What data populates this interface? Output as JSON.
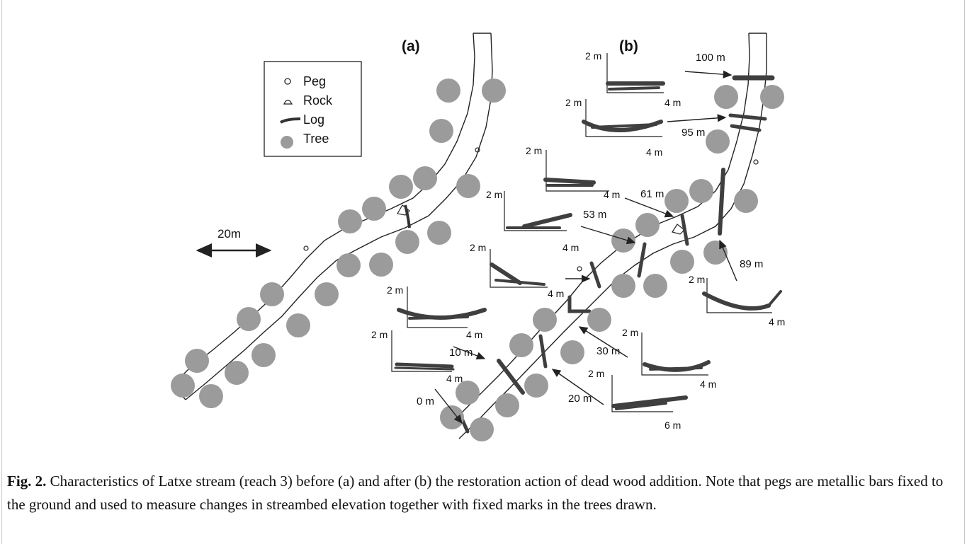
{
  "panels": {
    "a_label": "(a)",
    "b_label": "(b)"
  },
  "legend": {
    "peg": "Peg",
    "rock": "Rock",
    "log": "Log",
    "tree": "Tree"
  },
  "scale_bar": "20m",
  "distance_markers": [
    "100 m",
    "95 m",
    "61 m",
    "53 m",
    "89 m",
    "30 m",
    "20 m",
    "10 m",
    "0 m"
  ],
  "cross_sections": {
    "height_label": "2 m",
    "width_label": "4 m",
    "width_label_wide": "6 m"
  },
  "caption": {
    "label": "Fig. 2.",
    "text": " Characteristics of Latxe stream (reach 3) before (a) and after (b) the restoration action of dead wood addition. Note that pegs are metallic bars fixed to the ground and used to measure changes in streambed elevation together with fixed marks in the trees drawn."
  },
  "colors": {
    "tree": "#9b9b9b",
    "log": "#3f3f3f",
    "line": "#222222"
  }
}
